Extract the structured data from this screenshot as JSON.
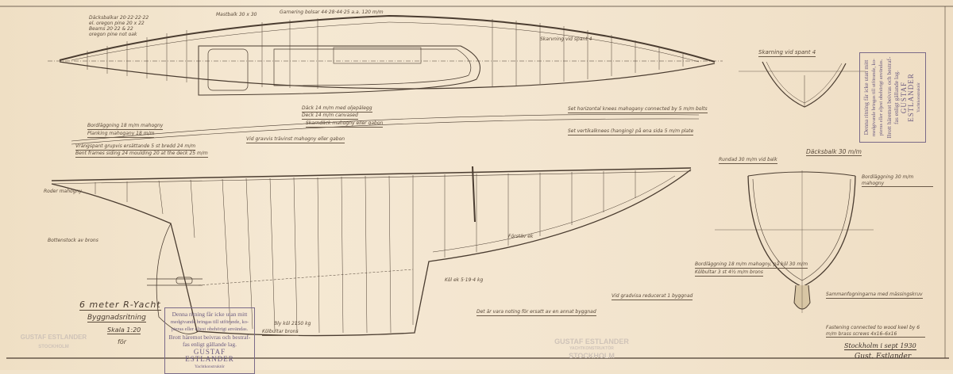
{
  "title_block": {
    "title": "6 meter R-Yacht",
    "subtitle": "Byggnadsritning",
    "scale": "Skala 1:20",
    "for": "för"
  },
  "stamp": {
    "lines": [
      "Denna ritning får icke utan mitt",
      "medgivande bringas till utförande, ko-",
      "pieras eller eljest obehörigt användas.",
      "Brott häremot beivras och bestraf-",
      "fas enligt gällande lag."
    ],
    "name": "GUSTAF ESTLANDER",
    "role": "Yachtkonstruktör"
  },
  "ghost_stamp_left": {
    "name": "GUSTAF ESTLANDER",
    "city": "STOCKHOLM"
  },
  "ghost_stamp_center": {
    "name": "GUSTAF ESTLANDER",
    "role": "YACHTKONSTRUKTÖR",
    "city": "STOCKHOLM"
  },
  "signature": {
    "place_date": "Stockholm i sept 1930",
    "name": "Gust. Estlander"
  },
  "sections": {
    "top": "Skarning vid spant 4",
    "mid": "Däcksbalk 30 m/m",
    "beam_note": "Rundad 30 m/m vid balk",
    "mid_label": "Bordläggning 30 m/m mahogny"
  },
  "notes": {
    "deck_beams": "Däcksbalkar 20·22·22·22",
    "oregon": "el. oregon pine 20 x 22",
    "beams": "Beams 20·22 & 22",
    "oregon2": "oregon pine not oak",
    "main_beam": "Mastbalk 30 x 30",
    "shelf": "Garnering bolsar 44·28·44·25 a.a. 120 m/m",
    "deck": "Däck 14 m/m med oljepälegg",
    "deck_en": "Deck 14 m/m canvased",
    "coaming": "Skarndäck mahogny eller gabon",
    "planking": "Bordläggning 18 m/m mahogny",
    "planking_en": "Planking mahogany 18 m/m",
    "frames": "Vrängspant grupvis ersättande 5 st bredd 24 m/m",
    "frames2": "Bent frames siding 24 moulding 20 at the deck 25 m/m",
    "floors": "Bottenstock av brons",
    "knees": "Set horizontal knees mahogany connected by 5 m/m bolts",
    "knees2": "Set vertikalknees (hanging) på ena sida 5 m/m plate",
    "stem": "Förstäv ek",
    "keel": "Köl ek 5·19·4 kg",
    "ballast": "Bly köl 2150 kg",
    "keel_bolts": "Kölbultar brons",
    "rudder": "Roder mahogny",
    "sheer": "Skarvning vid spant 4",
    "wood": "Vid gravvis trävinst mahogny eller gabon",
    "center": "Det är vara noting för ersatt av en annat byggnad",
    "plank_right": "Bordläggning 18 m/m mahogny, på köl 30 m/m",
    "spec_right": "Sammanfogningarna med mässingskruv",
    "spec_right2": "Fastening connected to wood keel by 6 m/m brass screws 4x16–6x16",
    "bolts": "Kölbultar 3 st 4½ m/m brons",
    "reduced": "Vid gradvisa reducerat 1 byggnad"
  }
}
